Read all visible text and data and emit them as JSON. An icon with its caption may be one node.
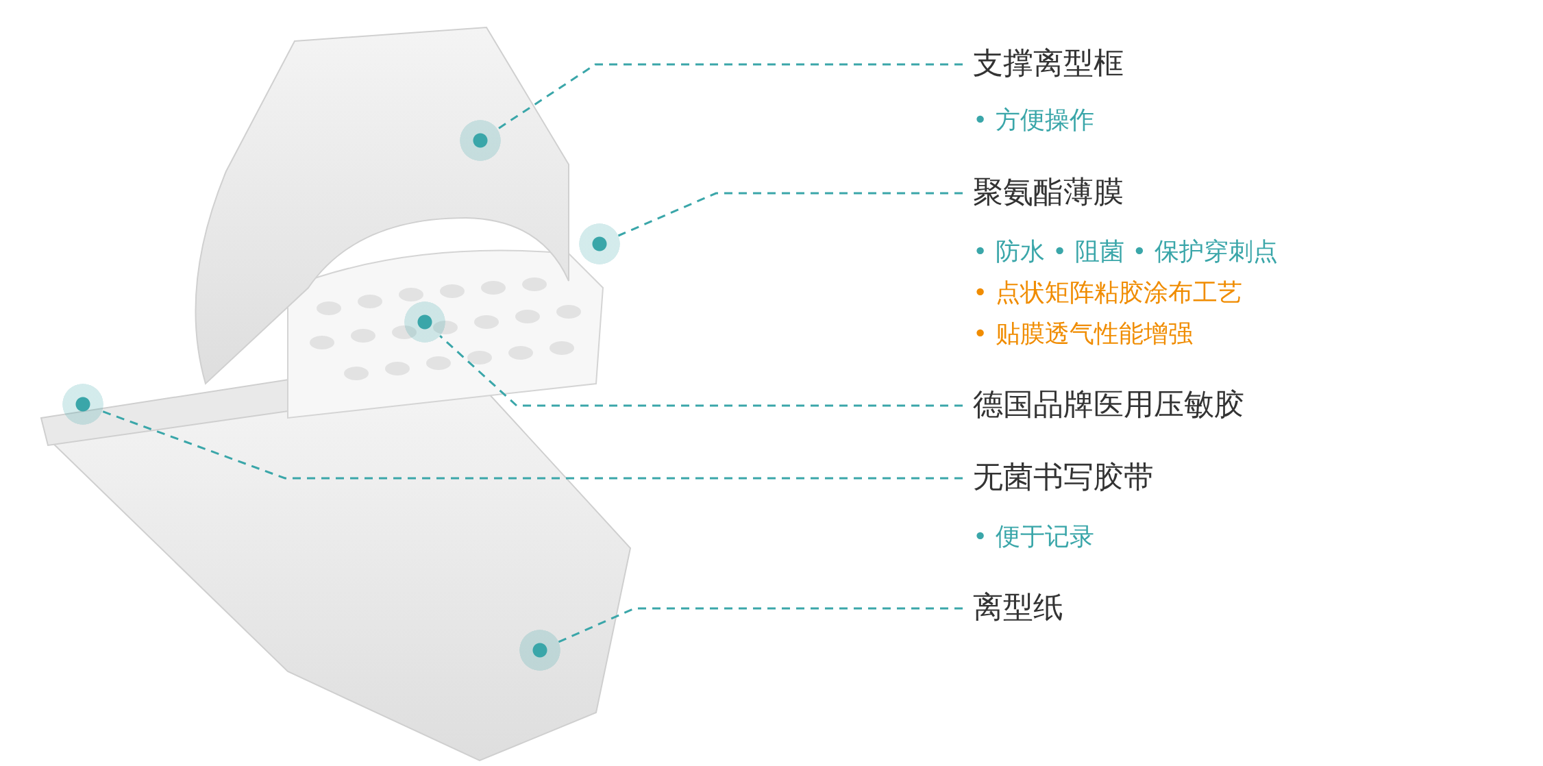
{
  "diagram": {
    "nodes": [
      {
        "text": [
          "支撑离型框",
          "• 方便操作"
        ]
      },
      {
        "text": [
          "聚氨酯薄膜",
          "• 防水 • 阻菌 • 保护穿刺点",
          "• 点状矩阵粘胶涂布工艺",
          "• 贴膜透气性能增强"
        ]
      },
      {
        "text": [
          "德国品牌医用压敏胶"
        ]
      },
      {
        "text": [
          "无菌书写胶带",
          "• 便于记录"
        ]
      },
      {
        "text": [
          "离型纸"
        ]
      },
      {
        "text": [],
        "shape": "circle"
      },
      {
        "text": [],
        "shape": "circle"
      },
      {
        "text": [],
        "shape": "circle"
      },
      {
        "text": [],
        "shape": "circle"
      },
      {
        "text": [],
        "shape": "circle"
      }
    ],
    "edges": [
      {
        "from": 0,
        "to": 5,
        "arrow": "none",
        "style": "dashed"
      },
      {
        "from": 1,
        "to": 6,
        "arrow": "none",
        "style": "dashed"
      },
      {
        "from": 2,
        "to": 7,
        "arrow": "none",
        "style": "dashed"
      },
      {
        "from": 3,
        "to": 8,
        "arrow": "none",
        "style": "dashed"
      },
      {
        "from": 4,
        "to": 9,
        "arrow": "none",
        "style": "dashed"
      }
    ]
  }
}
